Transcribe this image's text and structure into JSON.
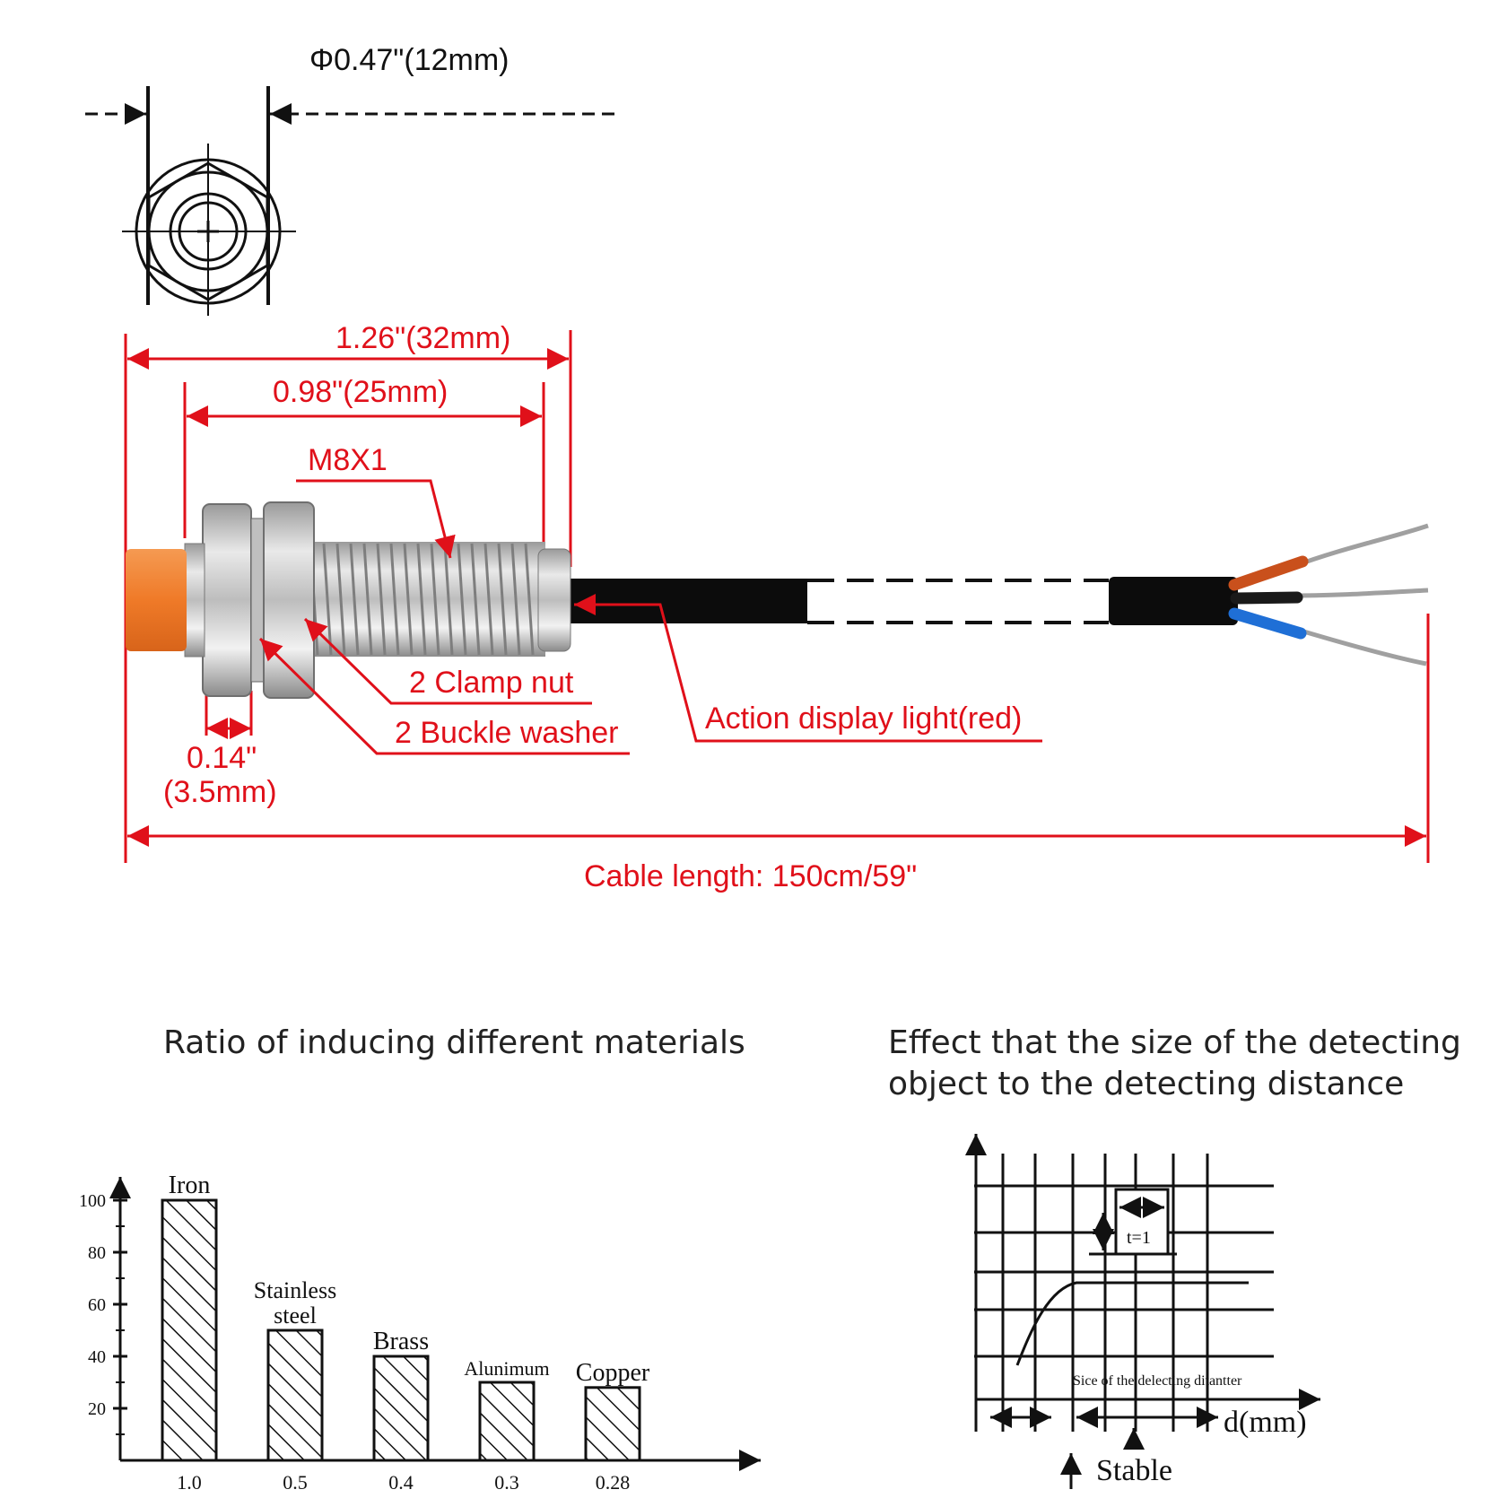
{
  "top_view": {
    "diameter_label": "Φ0.47\"(12mm)"
  },
  "side_view": {
    "length_total_label": "1.26\"(32mm)",
    "length_thread_label": "0.98\"(25mm)",
    "thread_label": "M8X1",
    "clamp_nut_label": "2 Clamp nut",
    "buckle_washer_label": "2 Buckle washer",
    "indicator_label": "Action display light(red)",
    "gap_label_in": "0.14\"",
    "gap_label_mm": "(3.5mm)",
    "cable_length_label": "Cable length: 150cm/59\""
  },
  "colors": {
    "dimension_red": "#e0101a",
    "sensor_cap": "#f07a2a",
    "wire_brown": "#c9501c",
    "wire_blue": "#1f6fd6"
  },
  "left_chart": {
    "title": "Ratio of inducing different materials",
    "chart_data": {
      "type": "bar",
      "categories": [
        "Iron",
        "Stainless steel",
        "Brass",
        "Alunimum",
        "Copper"
      ],
      "category_lines": [
        [
          "Iron"
        ],
        [
          "Stainless",
          "steel"
        ],
        [
          "Brass"
        ],
        [
          "Alunimum"
        ],
        [
          "Copper"
        ]
      ],
      "ratios": [
        "1.0",
        "0.5",
        "0.4",
        "0.3",
        "0.28"
      ],
      "values": [
        100,
        50,
        40,
        30,
        28
      ],
      "yticks": [
        "100",
        "80",
        "60",
        "40",
        "20"
      ],
      "ylim": [
        0,
        100
      ],
      "fill": "hatched"
    }
  },
  "right_chart": {
    "title_line1": "Effect that the size of the detecting",
    "title_line2": "object to the detecting distance",
    "t_label": "t=1",
    "curve_label": "Sice of the delecting ditantter",
    "x_axis_label": "d(mm)",
    "stable_label": "Stable"
  }
}
